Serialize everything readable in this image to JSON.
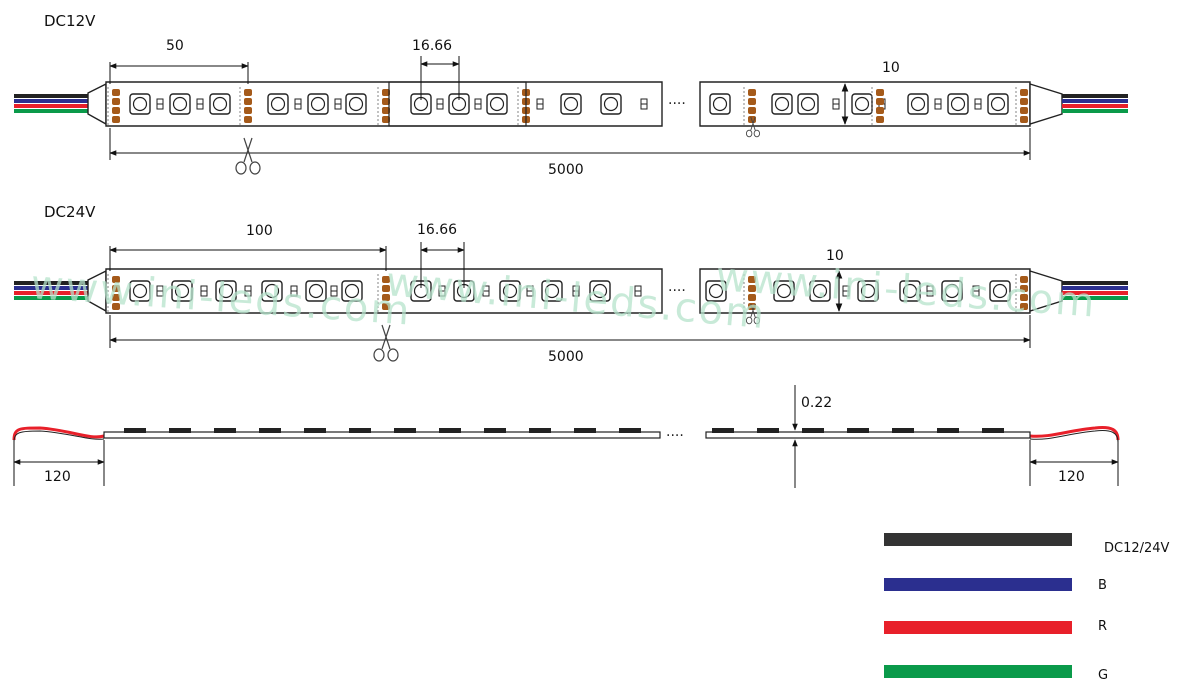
{
  "strip_12v": {
    "title": "DC12V",
    "dim_cut": "50",
    "dim_pitch": "16.66",
    "dim_width": "10",
    "dim_length": "5000"
  },
  "strip_24v": {
    "title": "DC24V",
    "dim_cut": "100",
    "dim_pitch": "16.66",
    "dim_width": "10",
    "dim_length": "5000"
  },
  "side_view": {
    "dim_thickness": "0.22",
    "dim_lead_left": "120",
    "dim_lead_right": "120"
  },
  "watermark": {
    "line1": "www.ini-leds.com",
    "line2": "www.ini-leds.com",
    "line3": "www.ini-leds.com"
  },
  "legend": [
    {
      "label": "DC12/24V",
      "color": "#333333"
    },
    {
      "label": "B",
      "color": "#2b2f8f"
    },
    {
      "label": "R",
      "color": "#e8202a"
    },
    {
      "label": "G",
      "color": "#0a9a4a"
    }
  ],
  "colors": {
    "wire_black": "#222222",
    "wire_blue": "#2b2f8f",
    "wire_red": "#e8202a",
    "wire_green": "#0a9a4a",
    "pad": "#a55a1a",
    "watermark": "#b6e3cc"
  }
}
